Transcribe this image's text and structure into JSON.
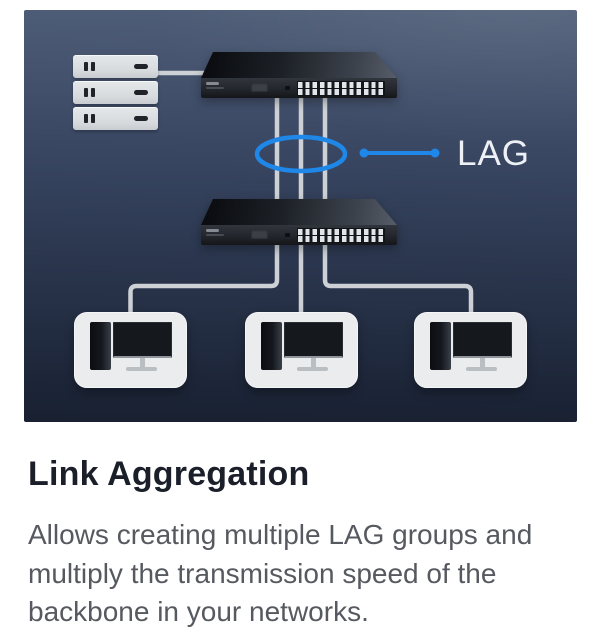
{
  "colors": {
    "accent_blue": "#1e87e8",
    "cable": "#cdd1d6",
    "card_bg": "#eaecee",
    "title_text": "#1b1f2a",
    "body_text": "#56595f",
    "illu_top": "#4f5e78",
    "illu_bottom": "#182031"
  },
  "illustration": {
    "lag_label": "LAG",
    "icons": [
      "server-stack-icon",
      "network-switch-icon",
      "lag-ellipse-highlight",
      "network-switch-icon",
      "desktop-computer-icon",
      "desktop-computer-icon",
      "desktop-computer-icon"
    ]
  },
  "content": {
    "title": "Link Aggregation",
    "description": "Allows creating multiple LAG groups and multiply the transmission speed of the backbone in your networks.",
    "description_lines": [
      "Allows creating multiple LAG groups and",
      "multiply the transmission speed of the",
      "backbone in your networks."
    ]
  }
}
